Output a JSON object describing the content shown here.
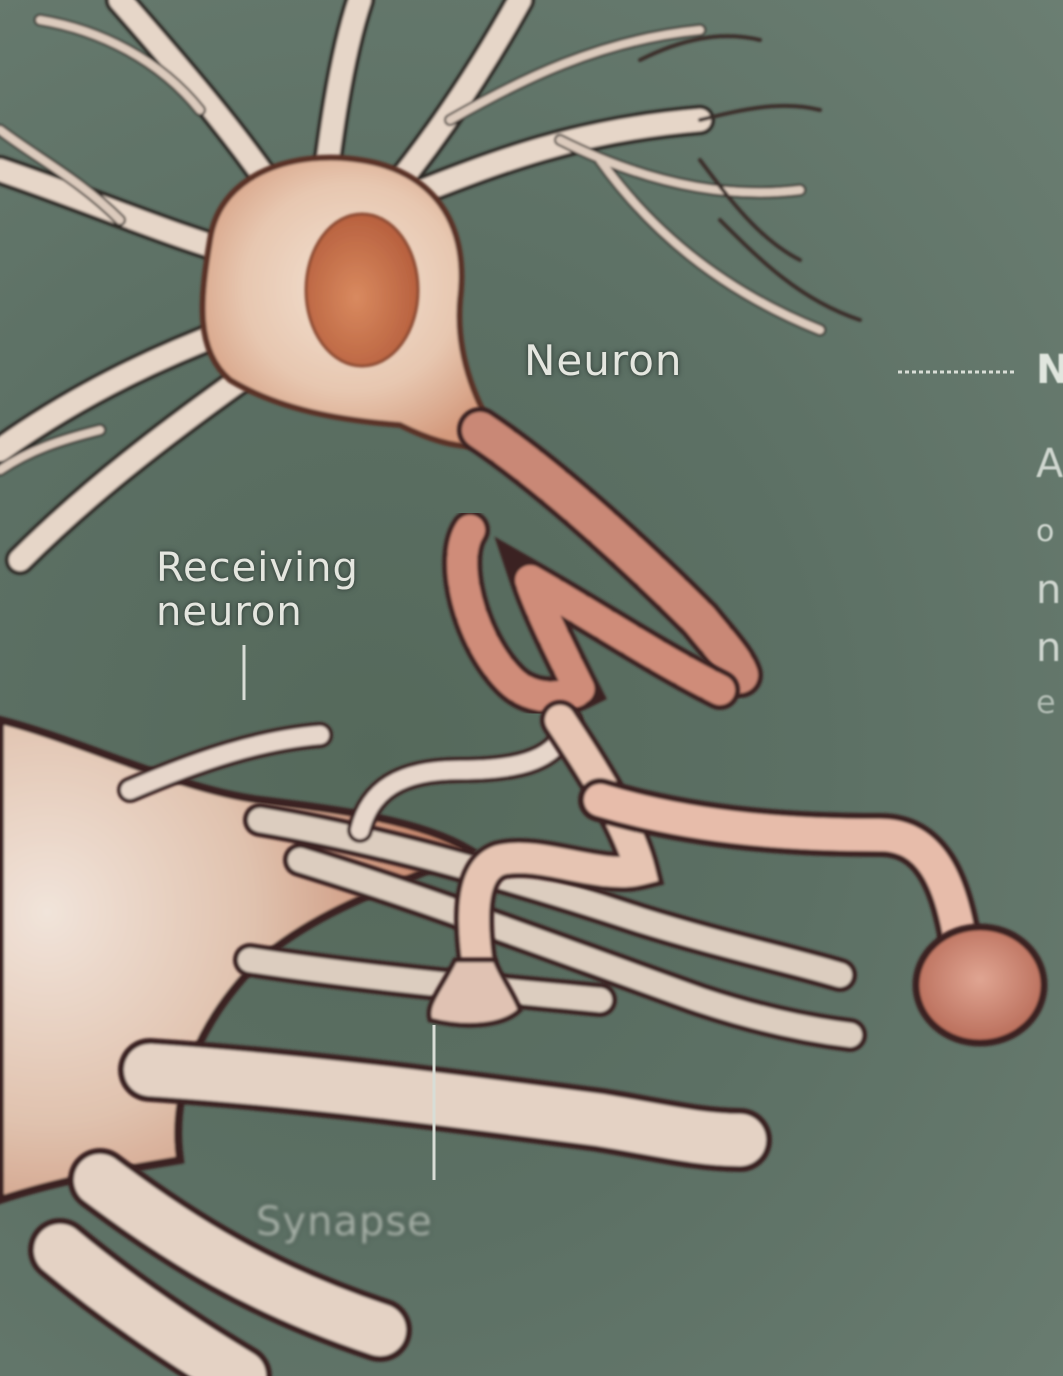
{
  "labels": {
    "neuron": "Neuron",
    "receiving_neuron": "Receiving\nneuron",
    "synapse": "Synapse"
  },
  "side_panel": {
    "heading": "N",
    "lines": [
      "A",
      "o",
      "n",
      "n",
      "e"
    ]
  },
  "colors": {
    "background": "#5f7466",
    "neuron_body": "#e8cdb8",
    "nucleus": "#c8734f",
    "terminal": "#c98876",
    "outline": "#3a2020"
  }
}
